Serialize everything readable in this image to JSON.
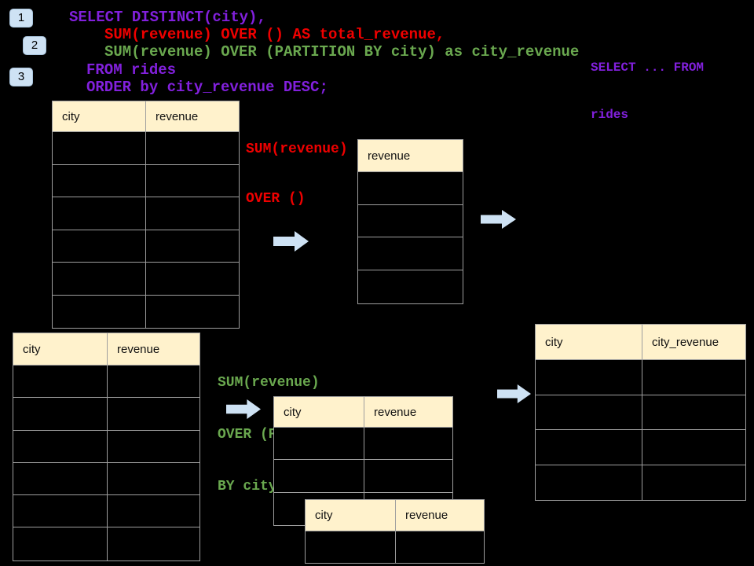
{
  "sql_code": {
    "line1": "SELECT DISTINCT(city),",
    "line2": "SUM(revenue) OVER () AS total_revenue,",
    "line3": "SUM(revenue) OVER (PARTITION BY city) as city_revenue",
    "line4": "FROM rides",
    "line5": "ORDER by city_revenue DESC;"
  },
  "side_note": {
    "line1": "SELECT ... FROM",
    "line2": "rides"
  },
  "step_badges": {
    "step1": "1",
    "step2": "2",
    "step3": "3"
  },
  "annotations": {
    "total_window": {
      "line1": "SUM(revenue)",
      "line2": "OVER ()"
    },
    "partition_window": {
      "line1": "SUM(revenue)",
      "line2": "OVER (PARTITION",
      "line3": "BY city)"
    }
  },
  "tables": {
    "source_top": {
      "headers": [
        "city",
        "revenue"
      ],
      "body_rows": 6
    },
    "total_result": {
      "headers": [
        "revenue"
      ],
      "body_rows": 4
    },
    "source_bottom": {
      "headers": [
        "city",
        "revenue"
      ],
      "body_rows": 6
    },
    "partition_step": {
      "headers": [
        "city",
        "revenue"
      ],
      "body_rows": 3
    },
    "partition_overlay": {
      "headers": [
        "city",
        "revenue"
      ],
      "body_rows": 1
    },
    "city_revenue_result": {
      "headers": [
        "city",
        "city_revenue"
      ],
      "body_rows": 4
    }
  },
  "icons": {
    "flow_arrow": "arrow-right"
  },
  "colors": {
    "background": "#000000",
    "sql_purple": "#8220dd",
    "sql_red": "#ef0000",
    "sql_green": "#6aa84f",
    "accent_blue": "#cee2f4",
    "table_header_bg": "#fff2cc",
    "table_border": "#9e9e9e"
  }
}
